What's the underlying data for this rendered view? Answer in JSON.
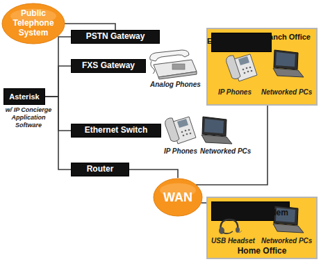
{
  "diagram": {
    "nodes": [
      {
        "text": [
          "Public Telephone System"
        ]
      },
      {
        "text": [
          "PSTN Gateway"
        ]
      },
      {
        "text": [
          "FXS Gateway"
        ]
      },
      {
        "text": [
          "Asterisk",
          "w/ IP Concierge Application Software"
        ]
      },
      {
        "text": [
          "Ethernet Switch"
        ]
      },
      {
        "text": [
          "Router"
        ]
      },
      {
        "text": [
          "Branch Office"
        ]
      },
      {
        "text": [
          "Ethernet Switch"
        ],
        "in": 6
      },
      {
        "text": [
          "WAN"
        ]
      },
      {
        "text": [
          "Home Office"
        ]
      },
      {
        "text": [
          "Broadband Modem"
        ],
        "in": 9
      }
    ],
    "edges": [
      {
        "from": 3,
        "to": 1,
        "arrow": "none"
      },
      {
        "from": 3,
        "to": 2,
        "arrow": "none"
      },
      {
        "from": 3,
        "to": 4,
        "arrow": "none"
      },
      {
        "from": 3,
        "to": 5,
        "arrow": "none"
      },
      {
        "from": 0,
        "to": 1,
        "arrow": "none"
      },
      {
        "from": 5,
        "to": 8,
        "arrow": "none"
      },
      {
        "from": 8,
        "to": 6,
        "arrow": "none"
      },
      {
        "from": 8,
        "to": 9,
        "arrow": "none"
      }
    ],
    "labels": [
      "Analog Phones",
      "IP Phones",
      "Networked PCs",
      "IP Phones",
      "Networked PCs",
      "USB Headset",
      "Networked PCs"
    ]
  }
}
